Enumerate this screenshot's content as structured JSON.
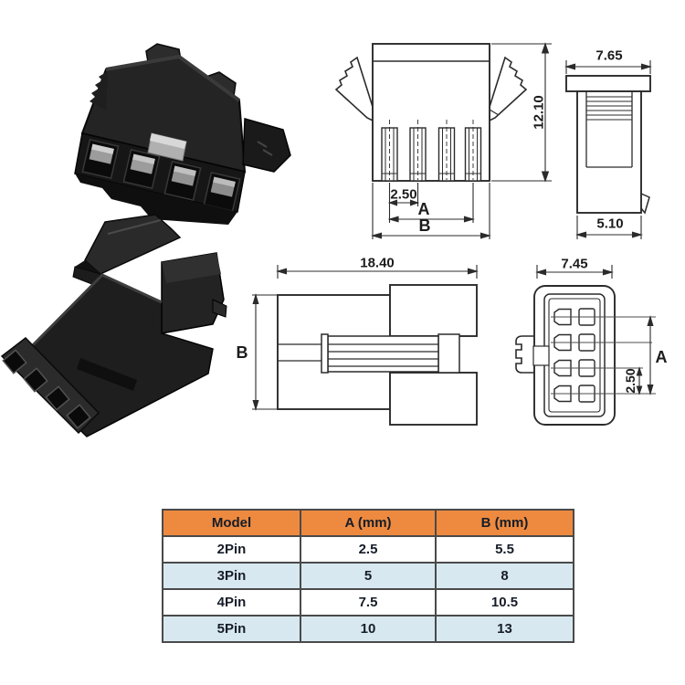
{
  "drawings": {
    "receptacle_front": {
      "height": "12.10",
      "pitch": "2.50",
      "dim_a": "A",
      "dim_b": "B"
    },
    "receptacle_side": {
      "top_width": "7.65",
      "body_width": "5.10"
    },
    "plug_side": {
      "length": "18.40",
      "dim_b": "B"
    },
    "plug_rear": {
      "width": "7.45",
      "dim_a": "A",
      "pitch": "2.50"
    }
  },
  "table": {
    "headers": [
      "Model",
      "A (mm)",
      "B (mm)"
    ],
    "rows": [
      [
        "2Pin",
        "2.5",
        "5.5"
      ],
      [
        "3Pin",
        "5",
        "8"
      ],
      [
        "4Pin",
        "7.5",
        "10.5"
      ],
      [
        "5Pin",
        "10",
        "13"
      ]
    ],
    "colors": {
      "header_bg": "#ee8a3f",
      "alt_row_bg": "#d8e8f0",
      "border": "#4a4a4a",
      "text": "#161d29"
    }
  }
}
